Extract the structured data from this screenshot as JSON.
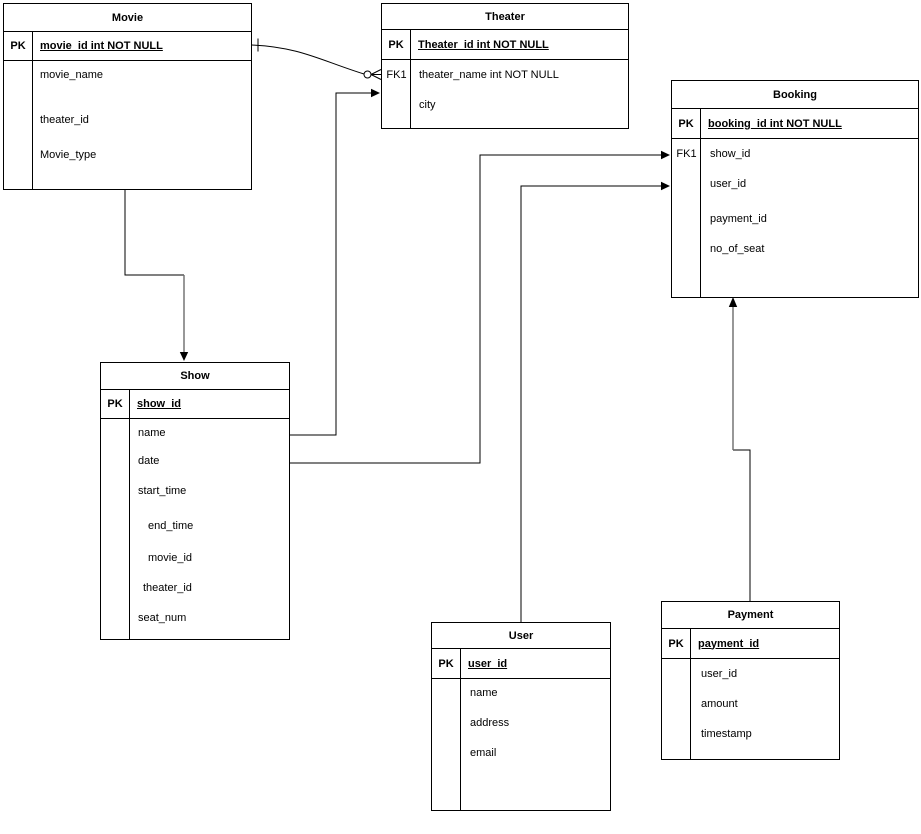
{
  "diagram": {
    "background_color": "#ffffff",
    "line_color": "#000000",
    "tables": {
      "movie": {
        "title": "Movie",
        "pk_label": "PK",
        "pk_field": "movie_id int NOT NULL",
        "fields": [
          "movie_name",
          "theater_id",
          "Movie_type"
        ]
      },
      "theater": {
        "title": "Theater",
        "pk_label": "PK",
        "fk_label": "FK1",
        "pk_field": "Theater_id int NOT NULL",
        "fields": [
          "theater_name int NOT NULL",
          "city"
        ]
      },
      "booking": {
        "title": "Booking",
        "pk_label": "PK",
        "fk_label": "FK1",
        "pk_field": "booking_id int NOT NULL",
        "fields": [
          "show_id",
          "user_id",
          "payment_id",
          "no_of_seat"
        ]
      },
      "show": {
        "title": "Show",
        "pk_label": "PK",
        "pk_field": "show_id",
        "fields": [
          "name",
          "date",
          "start_time",
          "end_time",
          "movie_id",
          "theater_id",
          "seat_num"
        ]
      },
      "user": {
        "title": "User",
        "pk_label": "PK",
        "pk_field": "user_id",
        "fields": [
          "name",
          "address",
          "email"
        ]
      },
      "payment": {
        "title": "Payment",
        "pk_label": "PK",
        "pk_field": "payment_id",
        "fields": [
          "user_id",
          "amount",
          "timestamp"
        ]
      }
    },
    "relationships": [
      {
        "from": "Movie.movie_id",
        "to": "Theater.FK1",
        "from_marker": "one",
        "to_marker": "zero-or-many",
        "shape": "curve"
      },
      {
        "from": "Movie",
        "to": "Show",
        "to_marker": "arrow",
        "shape": "orthogonal"
      },
      {
        "from": "Show.name",
        "to": "Theater",
        "to_marker": "arrow",
        "shape": "orthogonal"
      },
      {
        "from": "Show.date",
        "to": "Booking.show_id",
        "to_marker": "arrow",
        "shape": "orthogonal"
      },
      {
        "from": "User",
        "to": "Booking.user_id",
        "to_marker": "arrow",
        "shape": "orthogonal"
      },
      {
        "from": "Payment",
        "to": "Booking",
        "to_marker": "arrow",
        "shape": "orthogonal"
      }
    ]
  }
}
